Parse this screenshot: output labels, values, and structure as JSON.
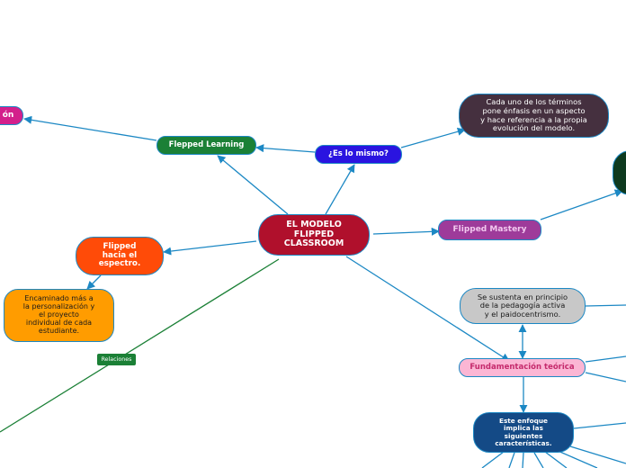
{
  "nodes": {
    "central": {
      "text": "EL MODELO\nFLIPPED\nCLASSROOM",
      "bg": "#b0102c",
      "border": "#1c88c4",
      "color": "#ffffff"
    },
    "flipped_learning": {
      "text": "Flepped Learning",
      "bg": "#1b8036",
      "border": "#1c88c4",
      "color": "#ffffff"
    },
    "es_lo_mismo": {
      "text": "¿Es lo mismo?",
      "bg": "#2a14e0",
      "border": "#1c88c4",
      "color": "#ffffff"
    },
    "cada_uno": {
      "text": "Cada uno de los términos\npone énfasis en un aspecto\ny hace referencia a la propia\nevolución del modelo.",
      "bg": "#45303f",
      "border": "#1c88c4",
      "color": "#ffffff"
    },
    "partial_left": {
      "text": "ón",
      "bg": "#d31f8b",
      "border": "#1c88c4",
      "color": "#ffffff"
    },
    "flipped_mastery": {
      "text": "Flipped Mastery",
      "bg": "#9e3b9a",
      "border": "#1c88c4",
      "color": "#f3c9ef"
    },
    "flipped_espectro": {
      "text": "Flipped\nhacia el\nespectro.",
      "bg": "#ff4b08",
      "border": "#1c88c4",
      "color": "#ffffff"
    },
    "encaminado": {
      "text": "Encaminado más a\nla personalización y\nel proyecto\nindividual de cada\nestudiante.",
      "bg": "#ff9c00",
      "border": "#1c88c4",
      "color": "#1a1a1a"
    },
    "se_sustenta": {
      "text": "Se sustenta en principio\nde la pedagogía activa\ny el paidocentrismo.",
      "bg": "#c8c8c8",
      "border": "#1c88c4",
      "color": "#1a1a1a"
    },
    "fundamentacion": {
      "text": "Fundamentación teórica",
      "bg": "#fbb6d4",
      "border": "#1c88c4",
      "color": "#c52a6c"
    },
    "enfoque": {
      "text": "Este enfoque\nimplica las\nsiguientes\ncaracterísticas.",
      "bg": "#144a86",
      "border": "#1c88c4",
      "color": "#ffffff"
    },
    "right_dark": {
      "text": "",
      "bg": "#0e3a1f",
      "border": "#1c88c4",
      "color": "#ffffff"
    }
  },
  "relation_label": {
    "text": "Relaciones",
    "bg": "#1b8036",
    "color": "#ffffff"
  },
  "colors": {
    "edge": "#1c88c4",
    "relation_edge": "#1b8036",
    "background": "#ffffff"
  }
}
